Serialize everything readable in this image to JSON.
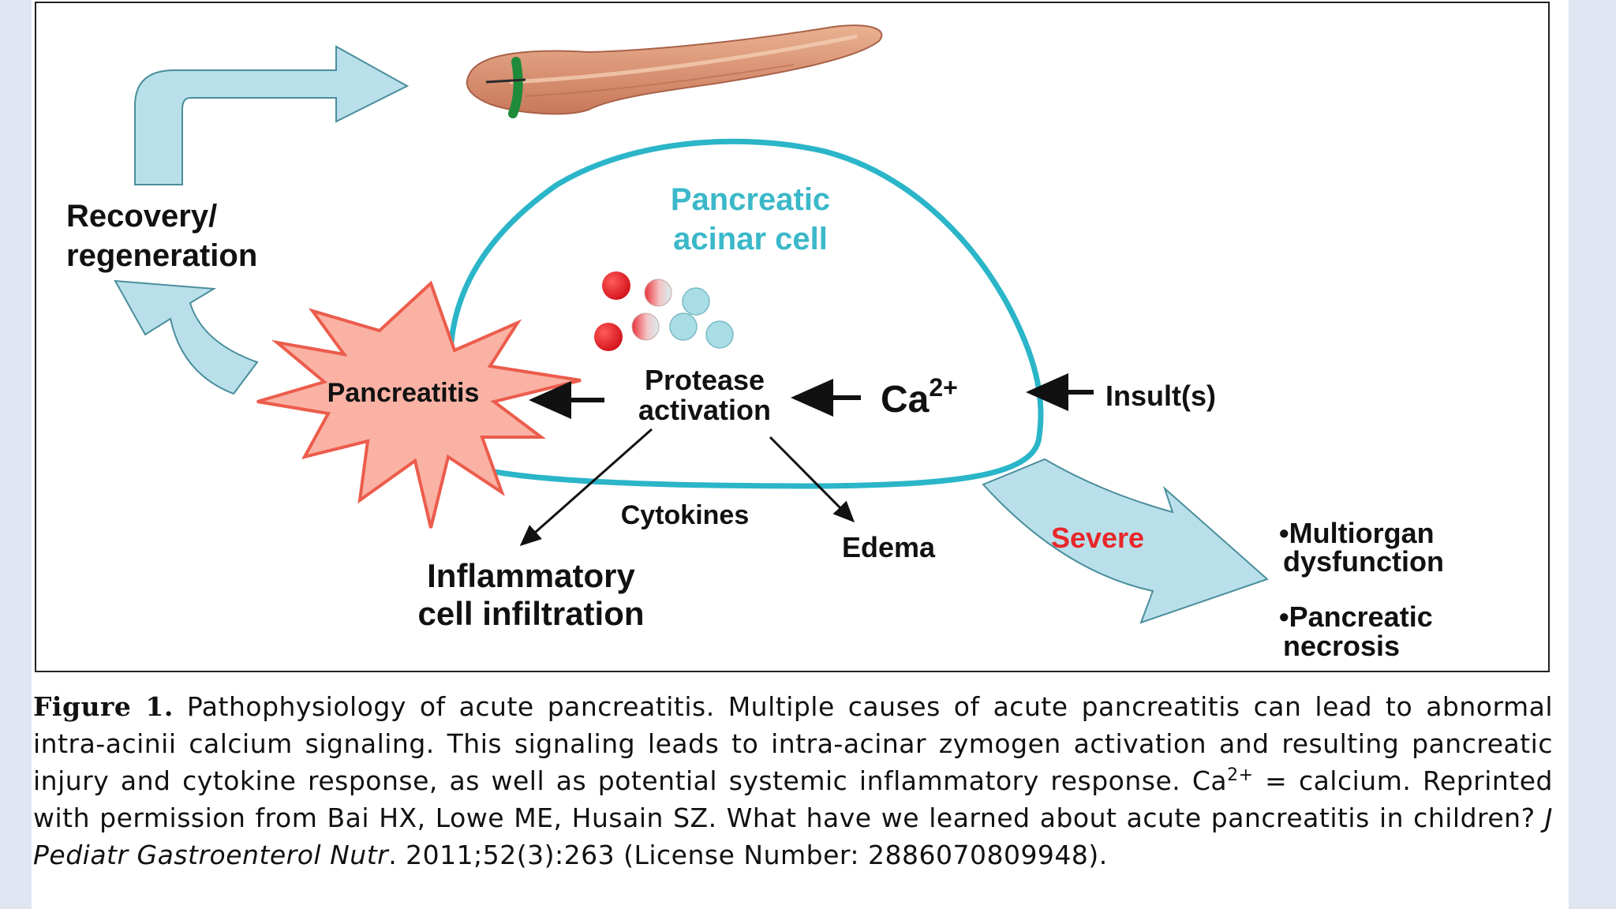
{
  "diagram": {
    "labels": {
      "recovery_line1": "Recovery/",
      "recovery_line2": "regeneration",
      "cell_line1": "Pancreatic",
      "cell_line2": "acinar cell",
      "pancreatitis": "Pancreatitis",
      "protease_line1": "Protease",
      "protease_line2": "activation",
      "calcium_base": "Ca",
      "calcium_sup": "2+",
      "insults": "Insult(s)",
      "cytokines": "Cytokines",
      "edema": "Edema",
      "inflammatory_line1": "Inflammatory",
      "inflammatory_line2": "cell infiltration",
      "severe": "Severe",
      "outcome1_line1": "•Multiorgan",
      "outcome1_line2": "dysfunction",
      "outcome2_line1": "•Pancreatic",
      "outcome2_line2": "necrosis"
    },
    "colors": {
      "cell_outline": "#2bb5c8",
      "cell_label": "#3bb8c9",
      "starburst_fill": "#f9b2a4",
      "starburst_stroke": "#ec5c4c",
      "arrow_fill": "#b9e0ea",
      "arrow_stroke": "#4a8e9c",
      "severe_text": "#e8272a",
      "granule_red": "#e11f26",
      "granule_teal": "#a8dde5",
      "pancreas": "#dc9c7c",
      "duct": "#1e8a3a"
    },
    "icons": {
      "organ": "pancreas-illustration",
      "granules": "zymogen-granules"
    }
  },
  "caption": {
    "fig_label": "Figure 1.",
    "part1": " Pathophysiology of acute pancreatitis. Multiple causes of acute pancreatitis can lead to abnormal intra-acinii calcium signaling. This signaling leads to intra-acinar zymogen activation and resulting pancreatic injury and cytokine response, as well as potential systemic inflammatory response. Ca",
    "sup": "2+",
    "part2": " = calcium. Reprinted with permission from Bai HX, Lowe ME, Husain SZ. What have we learned about acute pancreatitis in children? ",
    "journal": "J Pediatr Gastroenterol Nutr",
    "part3": ". 2011;52(3):263 (License Number: 2886070809948)."
  }
}
